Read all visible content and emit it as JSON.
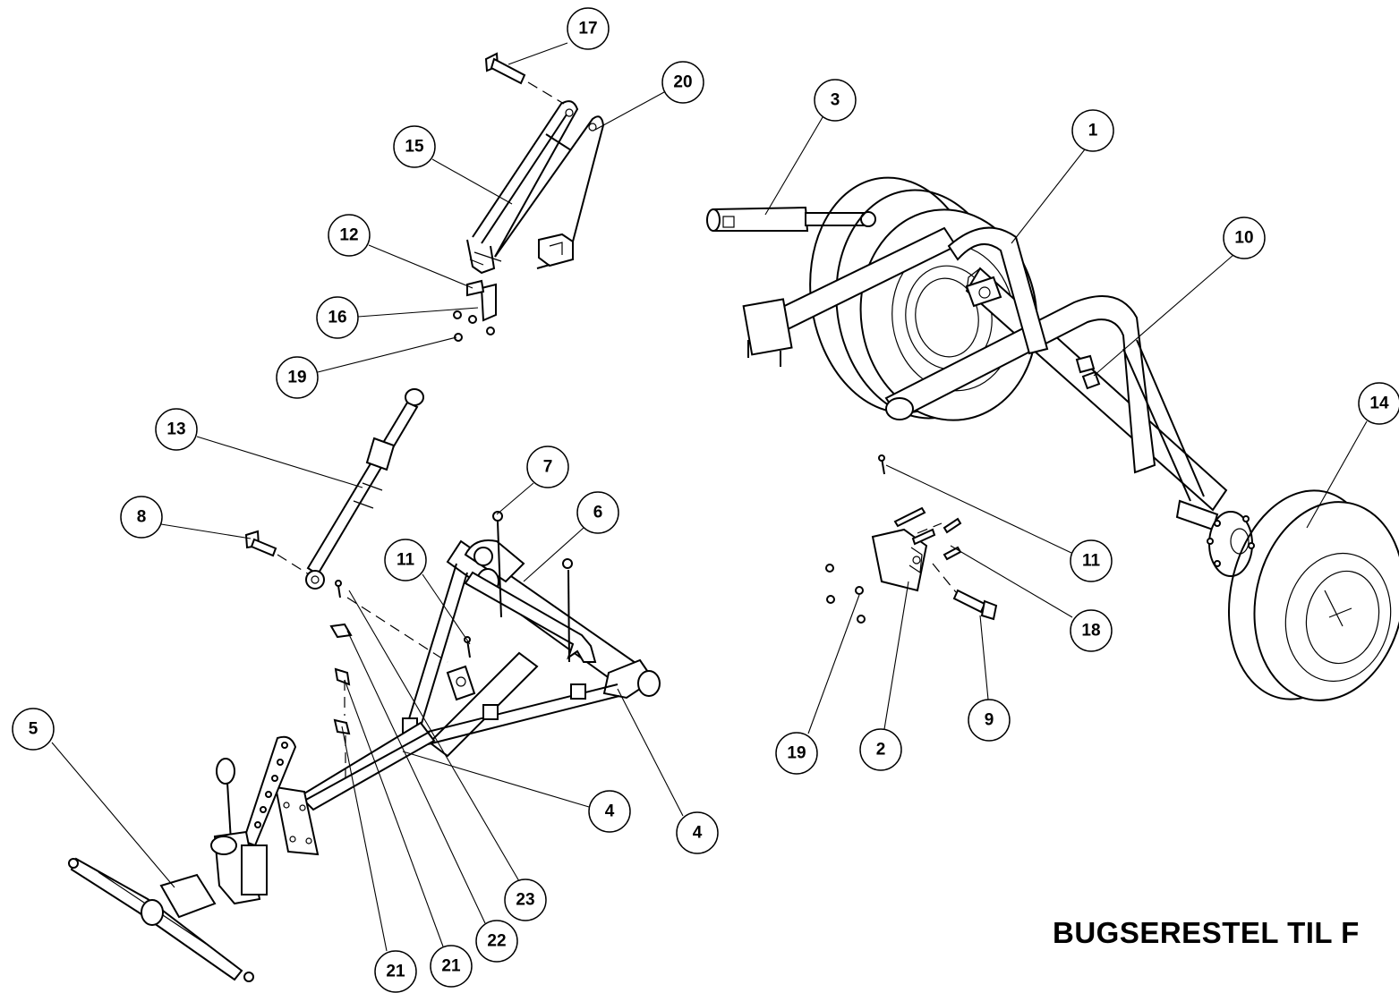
{
  "title": "BUGSERESTEL TIL F",
  "callouts": [
    "17",
    "20",
    "15",
    "12",
    "16",
    "19",
    "3",
    "1",
    "10",
    "14",
    "13",
    "8",
    "7",
    "6",
    "11",
    "11",
    "18",
    "9",
    "2",
    "19",
    "5",
    "4",
    "4",
    "23",
    "22",
    "21",
    "21"
  ]
}
